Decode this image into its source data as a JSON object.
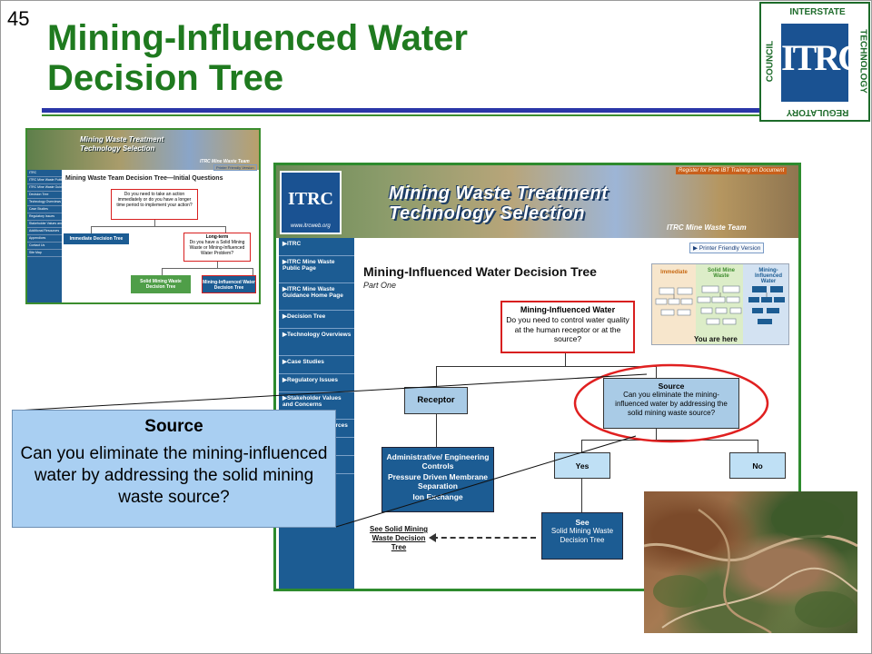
{
  "slide": {
    "number": "45",
    "title_line1": "Mining-Influenced Water",
    "title_line2": "Decision Tree"
  },
  "logo": {
    "letters": "ITRC",
    "top_text": "INTERSTATE",
    "right_text": "TECHNOLOGY",
    "bottom_text": "REGULATORY",
    "left_text": "COUNCIL"
  },
  "thumbnail": {
    "banner_title": "Mining Waste Treatment Technology Selection",
    "banner_team": "ITRC Mine Waste Team",
    "printer_friendly": "Printer Friendly Version",
    "heading": "Mining Waste Team Decision Tree—Initial Questions",
    "sidebar": [
      "ITRC",
      "ITRC Mine Waste Public Page",
      "ITRC Mine Waste Guidance Home Page",
      "Decision Tree",
      "Technology Overviews",
      "Case Studies",
      "Regulatory Issues",
      "Stakeholder Values and Concerns",
      "Additional Resources",
      "Appendices",
      "Contact Us",
      "Site Map"
    ],
    "q1": "Do you need to take an action immediately or do you have a longer time period to implement your action?",
    "immediate": "Immediate Decision Tree",
    "long_term_title": "Long-term",
    "long_term_q": "Do you have a Solid Mining Waste or Mining-Influenced Water Problem?",
    "solid": "Solid Mining Waste Decision Tree",
    "water": "Mining-Influenced Water Decision Tree"
  },
  "screenshot": {
    "register_ad": "Register for Free IBT Training on Document",
    "logo_letters": "ITRC",
    "logo_url": "www.itrcweb.org",
    "banner_title_line1": "Mining Waste Treatment",
    "banner_title_line2": "Technology Selection",
    "banner_team": "ITRC Mine Waste Team",
    "sidebar": [
      {
        "label": "▶ITRC",
        "tall": false
      },
      {
        "label": "▶ITRC Mine Waste Public Page",
        "tall": true
      },
      {
        "label": "▶ITRC Mine Waste Guidance Home Page",
        "tall": true
      },
      {
        "label": "▶Decision Tree",
        "tall": false
      },
      {
        "label": "▶Technology Overviews",
        "tall": true
      },
      {
        "label": "▶Case Studies",
        "tall": false
      },
      {
        "label": "▶Regulatory Issues",
        "tall": false
      },
      {
        "label": "▶Stakeholder Values and Concerns",
        "tall": true
      },
      {
        "label": "▶Additional Resources",
        "tall": false
      },
      {
        "label": "▶Appendices",
        "tall": false
      },
      {
        "label": "▶Contact Us",
        "tall": false
      }
    ],
    "printer_friendly": "▶ Printer Friendly Version",
    "heading": "Mining-Influenced Water Decision Tree",
    "part": "Part One",
    "minimap": {
      "immediate": "Immediate",
      "solid": "Solid Mine Waste",
      "water": "Mining-Influenced Water",
      "here": "You are here"
    },
    "tree": {
      "root_title": "Mining-Influenced Water",
      "root_question": "Do you need to control water quality at the human receptor or at the source?",
      "receptor": "Receptor",
      "source_title": "Source",
      "source_question": "Can you eliminate the mining-influenced water by addressing the solid mining waste source?",
      "receptor_options": [
        "Administrative/ Engineering Controls",
        "Pressure Driven Membrane Separation",
        "Ion Exchange"
      ],
      "yes": "Yes",
      "no": "No",
      "see_title": "See",
      "see_body": "Solid Mining Waste Decision Tree",
      "see_link": "See Solid Mining Waste Decision Tree"
    }
  },
  "callout": {
    "title": "Source",
    "body": "Can you eliminate the mining-influenced water by addressing the solid mining waste source?"
  },
  "colors": {
    "title_green": "#1f7a1f",
    "rule_blue": "#2a36a8",
    "sidebar_blue": "#1c5c93",
    "callout_blue": "#a9cff2",
    "highlight_red": "#e02020"
  }
}
